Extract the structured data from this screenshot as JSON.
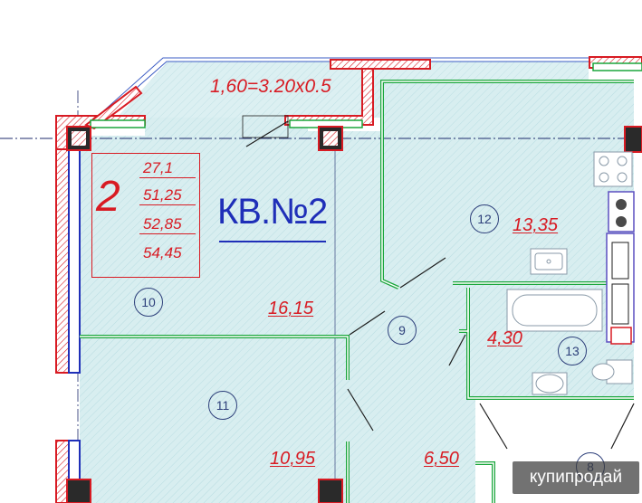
{
  "apartment": {
    "title": "КВ.№2",
    "rooms_count": "2",
    "areas": [
      "27,1",
      "51,25",
      "52,85",
      "54,45"
    ]
  },
  "balcony": {
    "formula": "1,60=3.20x0.5"
  },
  "rooms": [
    {
      "number": "10",
      "area": "16,15"
    },
    {
      "number": "11",
      "area": "10,95"
    },
    {
      "number": "12",
      "area": "13,35"
    },
    {
      "number": "9",
      "area": "6,50"
    },
    {
      "number": "13",
      "area": "4,30"
    },
    {
      "number": "8",
      "area": ""
    }
  ],
  "watermark": "купипродай",
  "colors": {
    "interior_wall": "#1aa63c",
    "exterior_wall": "#d81b23",
    "window_blue": "#1f2fb8",
    "floor_fill": "#d8eef0",
    "text_red": "#d81b23",
    "text_blue": "#1f2fb8"
  }
}
